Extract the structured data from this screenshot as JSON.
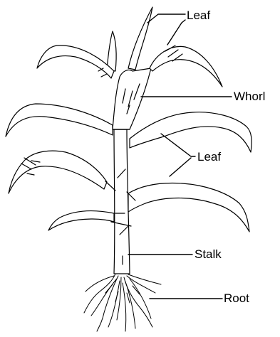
{
  "labels": {
    "leaf_top": "Leaf",
    "whorl": "Whorl",
    "leaf_middle": "Leaf",
    "stalk": "Stalk",
    "root": "Root"
  },
  "colors": {
    "line": "#000000",
    "background": "#ffffff"
  }
}
